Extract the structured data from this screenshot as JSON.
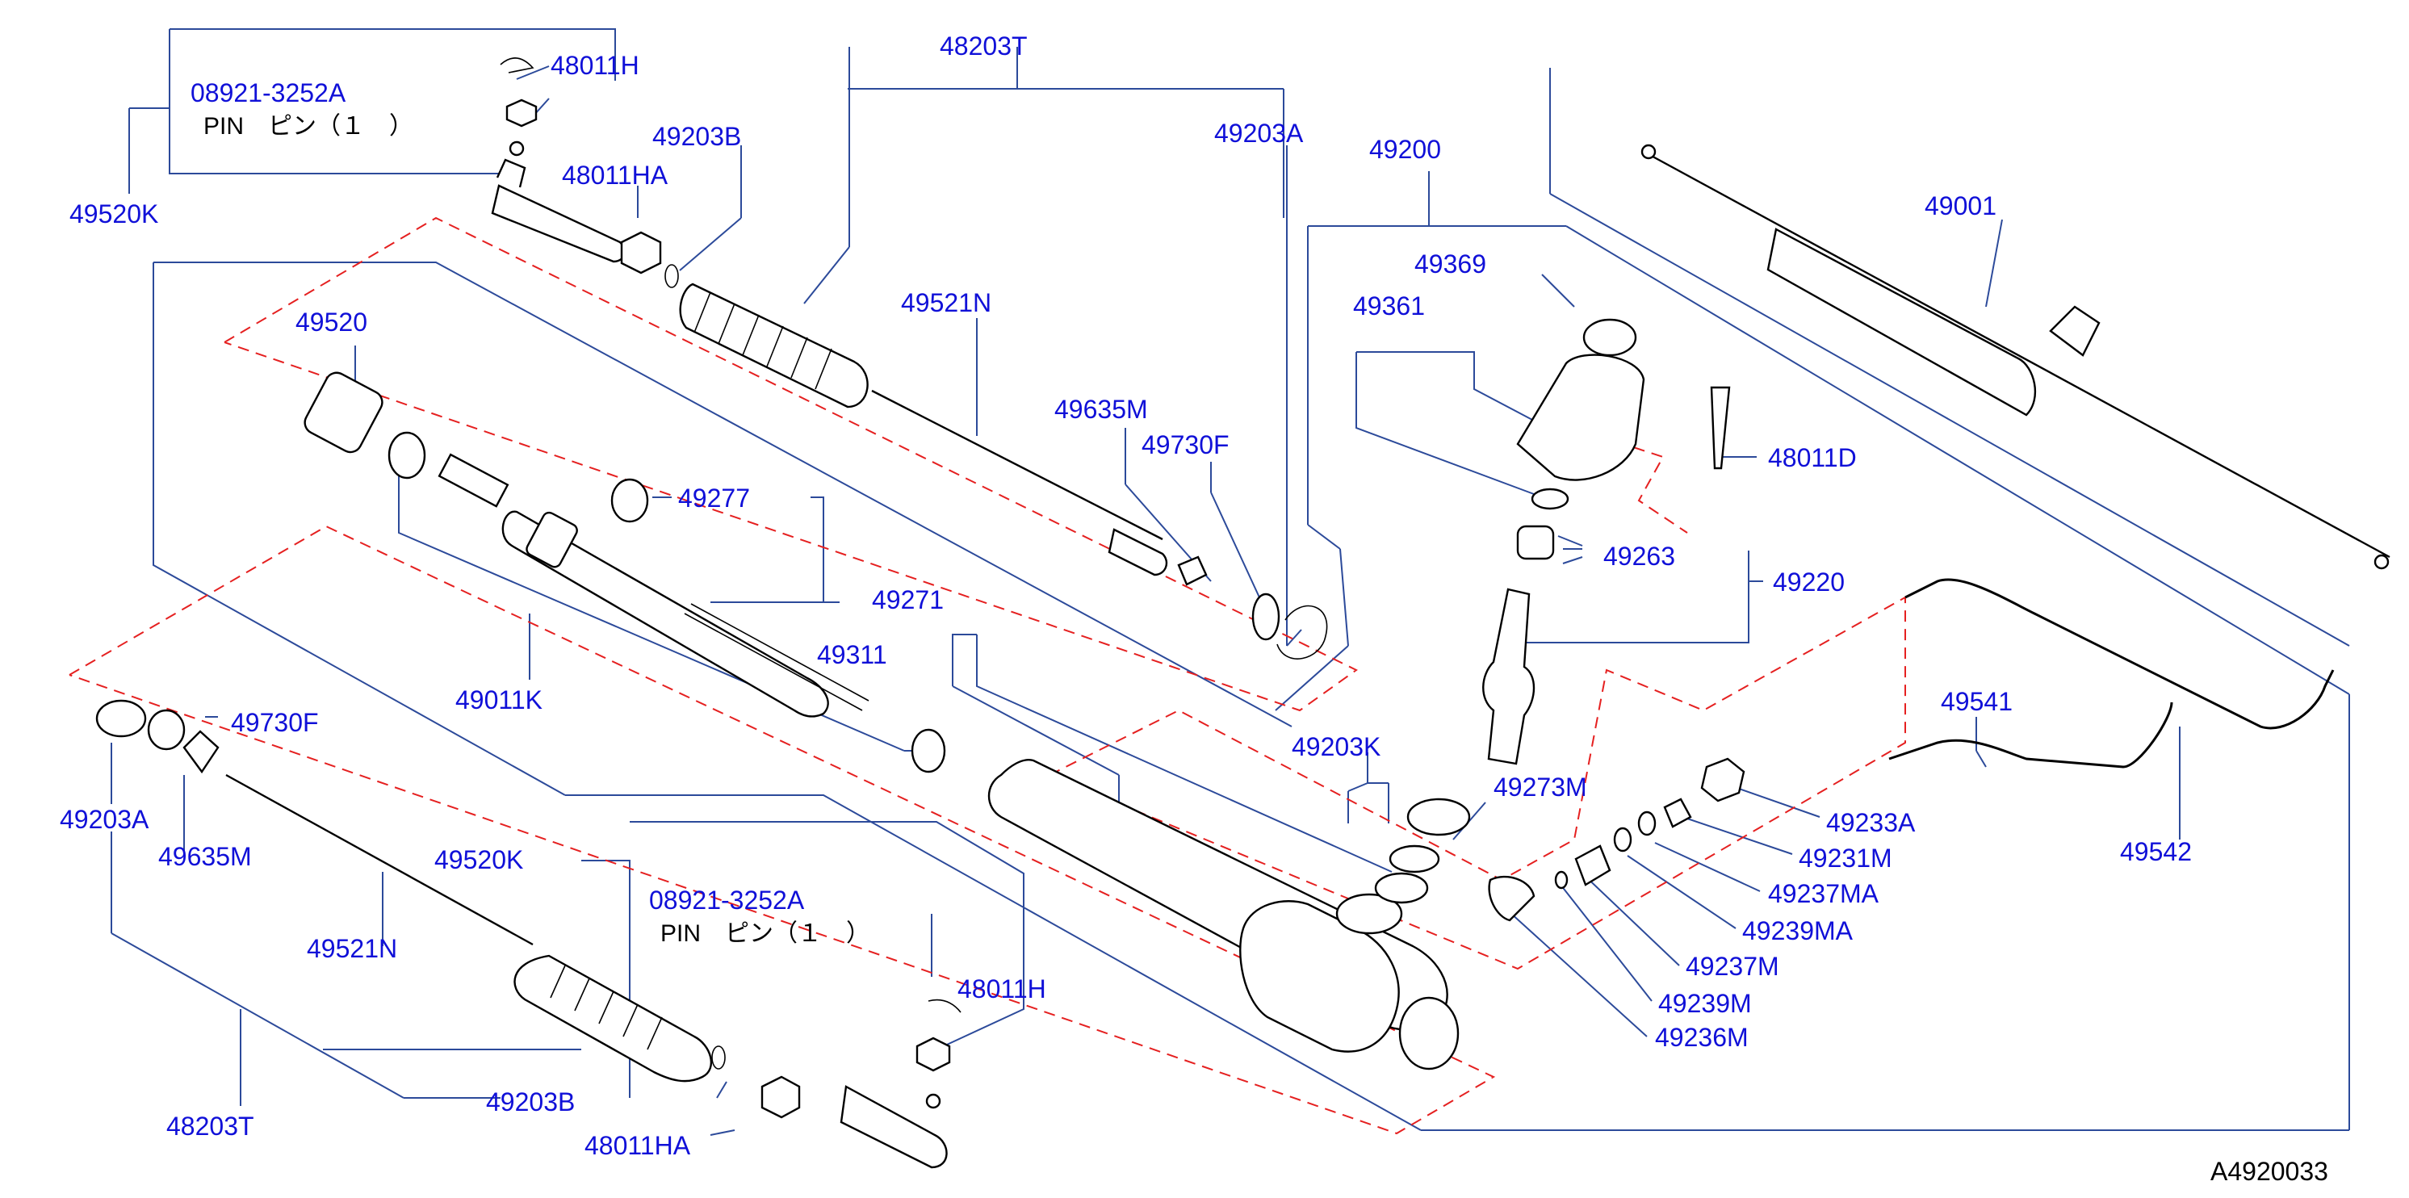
{
  "reference_code": "A4920033",
  "callouts": {
    "c_08921_top": "08921-3252A",
    "c_pin_top": "PIN　ピン（１　）",
    "c_48011H_top": "48011H",
    "c_48203T_top": "48203T",
    "c_49520K_top": "49520K",
    "c_49203B_top": "49203B",
    "c_48011HA_top": "48011HA",
    "c_49203A_top": "49203A",
    "c_49200": "49200",
    "c_49001": "49001",
    "c_49369": "49369",
    "c_49361": "49361",
    "c_49520": "49520",
    "c_49521N_top": "49521N",
    "c_49635M_top": "49635M",
    "c_49730F_top": "49730F",
    "c_48011D": "48011D",
    "c_49277": "49277",
    "c_49263": "49263",
    "c_49271": "49271",
    "c_49220": "49220",
    "c_49011K": "49011K",
    "c_49311": "49311",
    "c_49730F_bot": "49730F",
    "c_49203A_bot": "49203A",
    "c_49635M_bot": "49635M",
    "c_49541": "49541",
    "c_49203K": "49203K",
    "c_49273M": "49273M",
    "c_49233A": "49233A",
    "c_49520K_bot": "49520K",
    "c_49231M": "49231M",
    "c_49542": "49542",
    "c_49237MA": "49237MA",
    "c_08921_bot": "08921-3252A",
    "c_pin_bot": "PIN　ピン（１　）",
    "c_49239MA": "49239MA",
    "c_49521N_bot": "49521N",
    "c_49237M": "49237M",
    "c_48011H_bot": "48011H",
    "c_49239M": "49239M",
    "c_49236M": "49236M",
    "c_48203T_bot": "48203T",
    "c_49203B_bot": "49203B",
    "c_48011HA_bot": "48011HA"
  }
}
